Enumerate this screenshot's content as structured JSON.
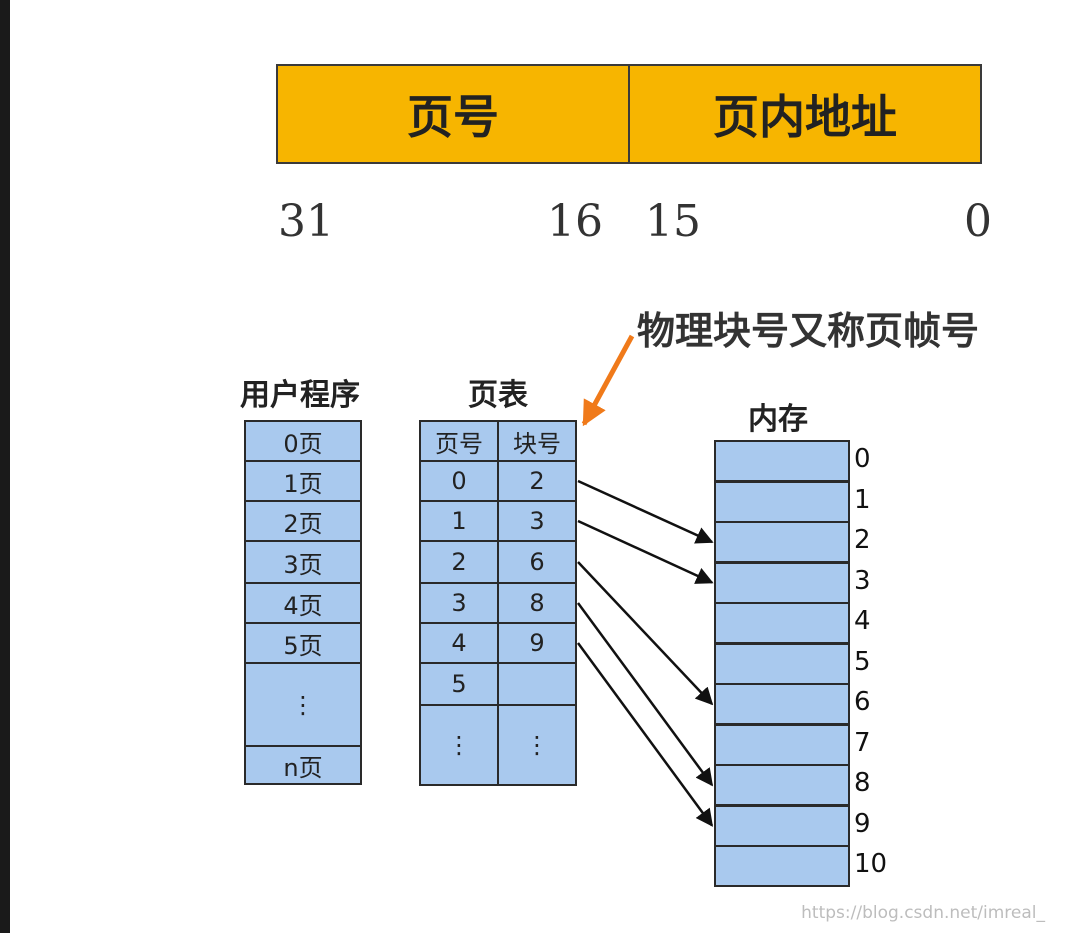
{
  "address": {
    "page_number_label": "页号",
    "offset_label": "页内地址",
    "bits": [
      "31",
      "16",
      "15",
      "0"
    ]
  },
  "annotation": "物理块号又称页帧号",
  "user_program": {
    "title": "用户程序",
    "rows": [
      "0页",
      "1页",
      "2页",
      "3页",
      "4页",
      "5页",
      "⋮",
      "n页"
    ]
  },
  "page_table": {
    "title": "页表",
    "headers": [
      "页号",
      "块号"
    ],
    "rows": [
      [
        "0",
        "2"
      ],
      [
        "1",
        "3"
      ],
      [
        "2",
        "6"
      ],
      [
        "3",
        "8"
      ],
      [
        "4",
        "9"
      ],
      [
        "5",
        ""
      ],
      [
        "⋮",
        "⋮"
      ]
    ]
  },
  "memory": {
    "title": "内存",
    "labels": [
      "0",
      "1",
      "2",
      "3",
      "4",
      "5",
      "6",
      "7",
      "8",
      "9",
      "10"
    ]
  },
  "watermark": "https://blog.csdn.net/imreal_",
  "colors": {
    "bar": "#f7b500",
    "cell": "#a9c9ee",
    "arrow_orange": "#f07a1a"
  }
}
